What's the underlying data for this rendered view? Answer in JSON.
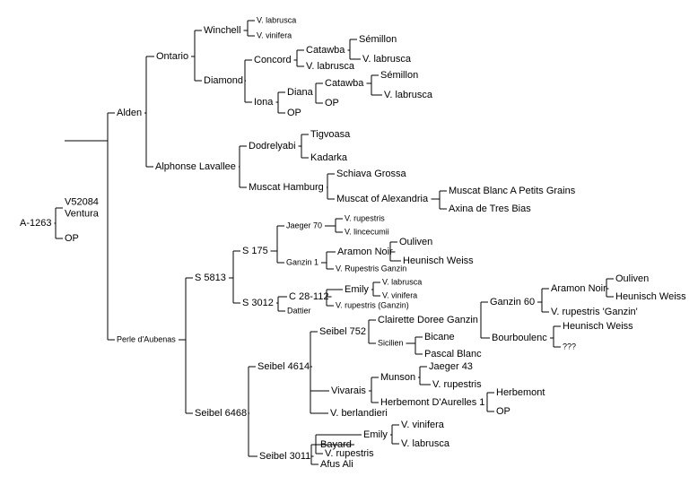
{
  "tree": {
    "root": "A-1263",
    "children": [
      {
        "label": "V52084\nVentura",
        "children": [
          {
            "label": "Alden",
            "children": [
              {
                "label": "Ontario",
                "children": [
                  {
                    "label": "Winchell",
                    "children": [
                      {
                        "label": "V. labrusca"
                      },
                      {
                        "label": "V. vinifera"
                      }
                    ]
                  },
                  {
                    "label": "Diamond",
                    "children": [
                      {
                        "label": "Concord",
                        "children": [
                          {
                            "label": "Catawba",
                            "children": [
                              {
                                "label": "Sémillon"
                              },
                              {
                                "label": "V. labrusca"
                              }
                            ]
                          },
                          {
                            "label": "V. labrusca"
                          }
                        ]
                      },
                      {
                        "label": "Iona",
                        "children": [
                          {
                            "label": "Diana",
                            "children": [
                              {
                                "label": "Catawba",
                                "children": [
                                  {
                                    "label": "Sémillon"
                                  },
                                  {
                                    "label": "V. labrusca"
                                  }
                                ]
                              },
                              {
                                "label": "OP"
                              }
                            ]
                          },
                          {
                            "label": "OP"
                          }
                        ]
                      }
                    ]
                  }
                ]
              },
              {
                "label": "Alphonse Lavallee",
                "children": [
                  {
                    "label": "Dodrelyabi",
                    "children": [
                      {
                        "label": "Tigvoasa"
                      },
                      {
                        "label": "Kadarka"
                      }
                    ]
                  },
                  {
                    "label": "Muscat Hamburg",
                    "children": [
                      {
                        "label": "Schiava Grossa"
                      },
                      {
                        "label": "Muscat of Alexandria",
                        "children": [
                          {
                            "label": "Muscat Blanc A Petits Grains"
                          },
                          {
                            "label": "Axina de Tres Bias"
                          }
                        ]
                      }
                    ]
                  }
                ]
              }
            ]
          },
          {
            "label": "Perle d'Aubenas",
            "children": [
              {
                "label": "S 5813",
                "children": [
                  {
                    "label": "S 175",
                    "children": [
                      {
                        "label": "Jaeger 70",
                        "children": [
                          {
                            "label": "V. rupestris"
                          },
                          {
                            "label": "V. lincecumii"
                          }
                        ]
                      },
                      {
                        "label": "Ganzin 1",
                        "children": [
                          {
                            "label": "Aramon Noir",
                            "children": [
                              {
                                "label": "Ouliven"
                              },
                              {
                                "label": "Heunisch Weiss"
                              }
                            ]
                          },
                          {
                            "label": "V. Rupestris Ganzin"
                          }
                        ]
                      }
                    ]
                  },
                  {
                    "label": "S 3012",
                    "children": [
                      {
                        "label": "C 28-112",
                        "children": [
                          {
                            "label": "Emily",
                            "children": [
                              {
                                "label": "V. labrusca"
                              },
                              {
                                "label": "V. vinifera"
                              }
                            ]
                          },
                          {
                            "label": "V. rupestris (Ganzin)"
                          }
                        ]
                      },
                      {
                        "label": "Dattier"
                      }
                    ]
                  }
                ]
              },
              {
                "label": "Seibel 6468",
                "children": [
                  {
                    "label": "Seibel 4614",
                    "children": [
                      {
                        "label": "Seibel 752",
                        "children": [
                          {
                            "label": "Clairette Doree Ganzin",
                            "children": [
                              {
                                "label": "Ganzin 60",
                                "children": [
                                  {
                                    "label": "Aramon Noir",
                                    "children": [
                                      {
                                        "label": "Ouliven"
                                      },
                                      {
                                        "label": "Heunisch Weiss"
                                      }
                                    ]
                                  },
                                  {
                                    "label": "V. rupestris 'Ganzin'"
                                  }
                                ]
                              },
                              {
                                "label": "Bourboulenc",
                                "children": [
                                  {
                                    "label": "Heunisch Weiss"
                                  },
                                  {
                                    "label": "???"
                                  }
                                ]
                              }
                            ]
                          },
                          {
                            "label": "Sicilien",
                            "children": [
                              {
                                "label": "Bicane"
                              },
                              {
                                "label": "Pascal Blanc"
                              }
                            ]
                          }
                        ]
                      },
                      {
                        "label": "Vivarais",
                        "children": [
                          {
                            "label": "Munson",
                            "children": [
                              {
                                "label": "Jaeger 43"
                              },
                              {
                                "label": "V. rupestris"
                              }
                            ]
                          },
                          {
                            "label": "Herbemont D'Aurelles 1",
                            "children": [
                              {
                                "label": "Herbemont"
                              },
                              {
                                "label": "OP"
                              }
                            ]
                          }
                        ]
                      },
                      {
                        "label": "V. berlandieri"
                      }
                    ]
                  },
                  {
                    "label": "Seibel 3011",
                    "children": [
                      {
                        "label": "Bayard",
                        "children": [
                          {
                            "label": "Emily",
                            "children": [
                              {
                                "label": "V. vinifera"
                              },
                              {
                                "label": "V. labrusca"
                              }
                            ]
                          },
                          {
                            "label": "V. rupestris"
                          }
                        ]
                      },
                      {
                        "label": "Afus Ali"
                      }
                    ]
                  }
                ]
              }
            ]
          }
        ]
      },
      {
        "label": "OP"
      }
    ]
  }
}
